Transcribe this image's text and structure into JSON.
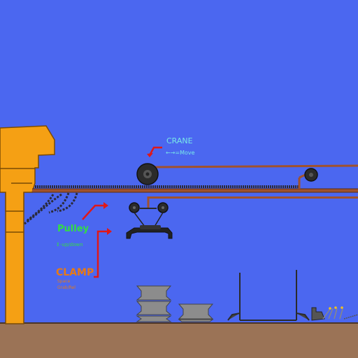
{
  "colors": {
    "sky": "#4b67f0",
    "ground": "#9b7356",
    "ground_line": "#4a3426",
    "crane_body": "#f5a014",
    "crane_outline": "#7a4a05",
    "rail": "#a0522d",
    "chain": "#2a2a3a",
    "wheel": "#2b2b2b",
    "stone": "#8c8c8c",
    "arrow": "#e01818",
    "label_crane": "#78e8e8",
    "label_pulley": "#33dd44",
    "label_clamp": "#e87a14"
  },
  "labels": {
    "crane_title": "CRANE",
    "crane_hint": "←→=Move",
    "pulley_title": "Pulley",
    "pulley_hint": "↕-up/down",
    "clamp_title": "CLAMP",
    "clamp_hint_1": "Space",
    "clamp_hint_2": "Grab/Rel"
  },
  "icons": {
    "crane_arrow": "arrow-icon",
    "pulley_arrow": "arrow-icon",
    "clamp_arrow": "arrow-icon"
  }
}
